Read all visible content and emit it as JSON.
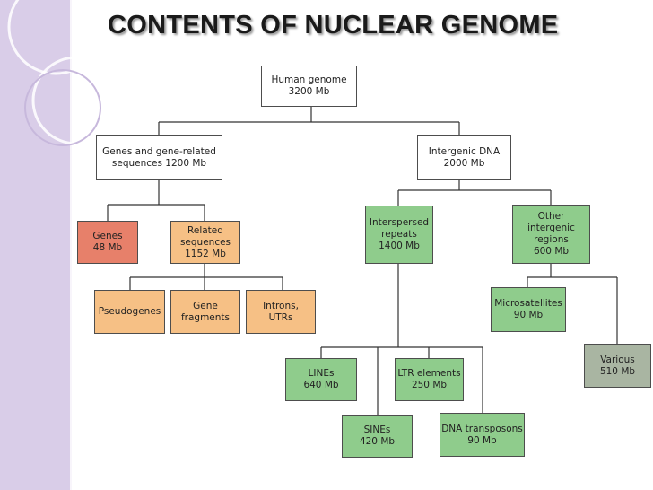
{
  "title": "CONTENTS OF NUCLEAR GENOME",
  "colors": {
    "sidebar": "#d9cde8",
    "red_box": "#e7806a",
    "orange_box": "#f6c085",
    "green_box": "#8fcc8c",
    "gray_box": "#a9b5a2"
  },
  "nodes": {
    "human_genome": "Human genome\n3200 Mb",
    "genes_related": "Genes and gene-related\nsequences 1200 Mb",
    "intergenic": "Intergenic DNA\n2000 Mb",
    "genes": "Genes\n48 Mb",
    "related_sequences": "Related\nsequences\n1152 Mb",
    "pseudogenes": "Pseudogenes",
    "gene_fragments": "Gene\nfragments",
    "introns_utrs": "Introns,\nUTRs",
    "interspersed": "Interspersed\nrepeats\n1400 Mb",
    "other_intergenic": "Other\nintergenic\nregions\n600 Mb",
    "microsatellites": "Microsatellites\n90 Mb",
    "various": "Various\n510 Mb",
    "lines": "LINEs\n640 Mb",
    "ltr": "LTR elements\n250 Mb",
    "sines": "SINEs\n420 Mb",
    "dna_transposons": "DNA transposons\n90 Mb"
  }
}
